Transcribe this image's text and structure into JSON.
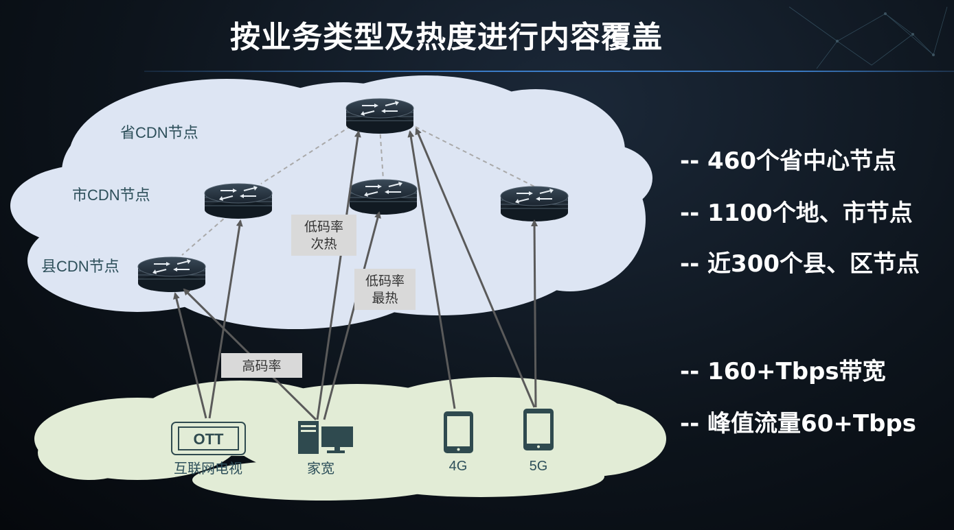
{
  "title": "按业务类型及热度进行内容覆盖",
  "levels": {
    "province": "省CDN节点",
    "city": "市CDN节点",
    "county": "县CDN节点"
  },
  "traffic_labels": {
    "low_warm_1": "低码率",
    "low_warm_2": "次热",
    "low_hot_1": "低码率",
    "low_hot_2": "最热",
    "high": "高码率"
  },
  "devices": {
    "ott_badge": "OTT",
    "ott": "互联网电视",
    "broadband": "家宽",
    "g4": "4G",
    "g5": "5G"
  },
  "stats": [
    "-- 460个省中心节点",
    "-- 1100个地、市节点",
    "-- 近300个县、区节点",
    "-- 160+Tbps带宽",
    "-- 峰值流量60+Tbps"
  ],
  "colors": {
    "cloud_top": "#dfe6f3",
    "cloud_bottom": "#e3ecd6",
    "router_dark": "#1f2c38",
    "label_bg": "#d9d9d9",
    "arrow": "#555555",
    "device": "#2f4a4f"
  }
}
